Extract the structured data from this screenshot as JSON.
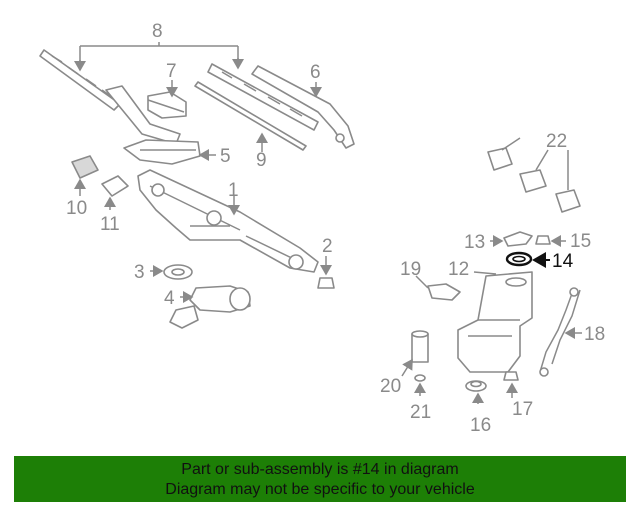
{
  "callouts": {
    "c1": "1",
    "c2": "2",
    "c3": "3",
    "c4": "4",
    "c5": "5",
    "c6": "6",
    "c7": "7",
    "c8": "8",
    "c9": "9",
    "c10": "10",
    "c11": "11",
    "c12": "12",
    "c13": "13",
    "c14": "14",
    "c15": "15",
    "c16": "16",
    "c17": "17",
    "c18": "18",
    "c19": "19",
    "c20": "20",
    "c21": "21",
    "c22": "22"
  },
  "highlighted_part": "14",
  "footer": {
    "line1": "Part or sub-assembly is #14 in diagram",
    "line2": "Diagram may not be specific to your vehicle",
    "bg_color": "#1d7f06"
  }
}
